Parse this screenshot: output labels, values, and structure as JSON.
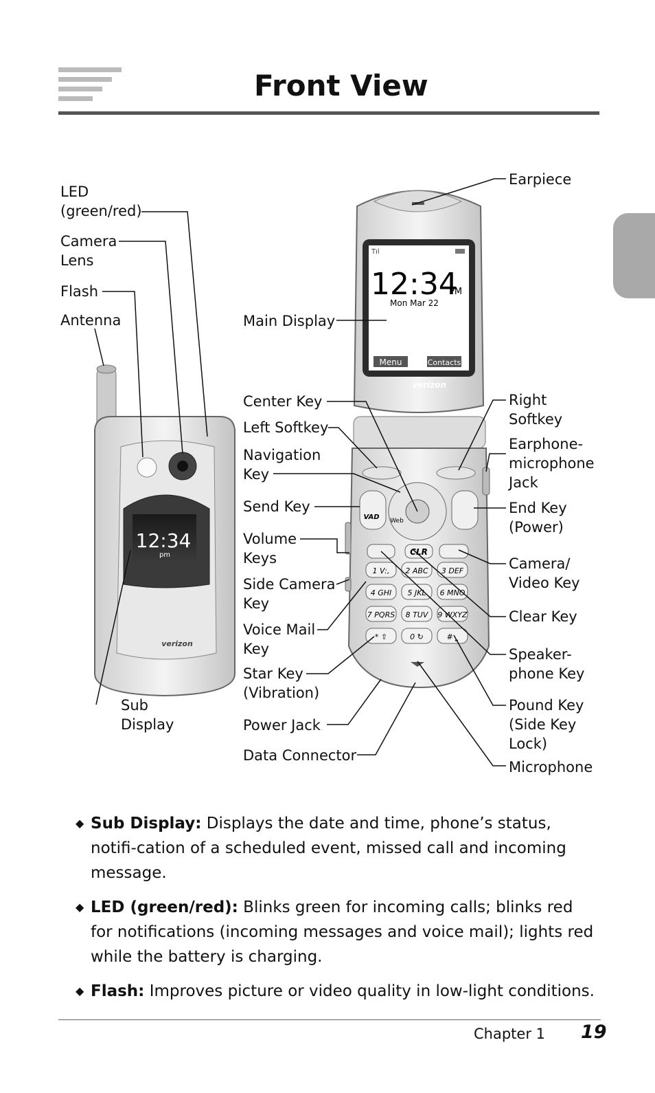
{
  "header": {
    "title": "Front View"
  },
  "diagram": {
    "labels": {
      "led": [
        "LED",
        "(green/red)"
      ],
      "camera_lens": [
        "Camera",
        "Lens"
      ],
      "flash": "Flash",
      "antenna": "Antenna",
      "sub_display": [
        "Sub",
        "Display"
      ],
      "earpiece": "Earpiece",
      "main_display": "Main Display",
      "center_key": "Center Key",
      "left_softkey": "Left Softkey",
      "navigation_key": [
        "Navigation",
        "Key"
      ],
      "send_key": "Send Key",
      "volume_keys": [
        "Volume",
        "Keys"
      ],
      "side_camera_key": [
        "Side Camera",
        "Key"
      ],
      "voice_mail_key": [
        "Voice Mail",
        "Key"
      ],
      "star_key": [
        "Star Key",
        "(Vibration)"
      ],
      "power_jack": "Power Jack",
      "data_connector": "Data Connector",
      "right_softkey": [
        "Right",
        "Softkey"
      ],
      "earphone_jack": [
        "Earphone-",
        "microphone",
        "Jack"
      ],
      "end_key": [
        "End Key",
        "(Power)"
      ],
      "camera_video_key": [
        "Camera/",
        "Video Key"
      ],
      "clear_key": "Clear Key",
      "speakerphone_key": [
        "Speaker-",
        "phone Key"
      ],
      "pound_key": [
        "Pound Key",
        "(Side Key",
        "Lock)"
      ],
      "microphone": "Microphone"
    },
    "main_screen": {
      "time": "12:34",
      "ampm": "PM",
      "date": "Mon  Mar  22",
      "softkey_left": "Menu",
      "softkey_right": "Contacts",
      "brand": "verizon"
    },
    "sub_screen": {
      "time": "12:34",
      "ampm": "pm",
      "brand": "verizon"
    },
    "keypad": {
      "send": "VAD",
      "web": "Web",
      "clr": "CLR",
      "keys": [
        "1 V:,",
        "2 ABC",
        "3 DEF",
        "4 GHI",
        "5 JKL",
        "6 MNO",
        "7 PQRS",
        "8 TUV",
        "9 WXYZ",
        "* ⇧",
        "0 ↻",
        "# ⎵"
      ]
    }
  },
  "bullets": [
    {
      "term": "Sub Display:",
      "text": " Displays the date and time, phone’s status, notifi-cation of a scheduled event, missed call and incoming message."
    },
    {
      "term": "LED (green/red):",
      "text": " Blinks green for incoming calls; blinks red for notifications (incoming messages and voice mail); lights red while the battery is charging."
    },
    {
      "term": "Flash:",
      "text": " Improves picture or video quality in low-light conditions."
    }
  ],
  "footer": {
    "chapter": "Chapter 1",
    "page": "19"
  }
}
